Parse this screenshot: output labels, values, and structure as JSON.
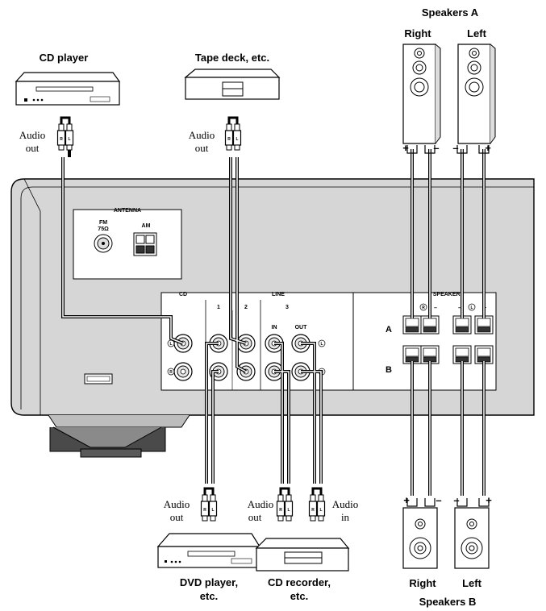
{
  "devices": {
    "cd_player": "CD player",
    "tape_deck": "Tape deck, etc.",
    "dvd_player_l1": "DVD player,",
    "dvd_player_l2": "etc.",
    "cd_recorder_l1": "CD recorder,",
    "cd_recorder_l2": "etc."
  },
  "cable_labels": {
    "audio": "Audio",
    "out": "out",
    "in": "in",
    "plug_r": "R",
    "plug_l": "L"
  },
  "speakers": {
    "a_title": "Speakers A",
    "b_title": "Speakers B",
    "right": "Right",
    "left": "Left",
    "plus": "+",
    "minus": "–"
  },
  "panel": {
    "antenna": "ANTENNA",
    "fm": "FM",
    "fm_ohm": "75Ω",
    "am": "AM",
    "cd": "CD",
    "line": "LINE",
    "line_1": "1",
    "line_2": "2",
    "line_3": "3",
    "in": "IN",
    "out": "OUT",
    "speakers": "SPEAKERS",
    "row_a": "A",
    "row_b": "B",
    "jack_l": "L",
    "jack_r": "R"
  }
}
